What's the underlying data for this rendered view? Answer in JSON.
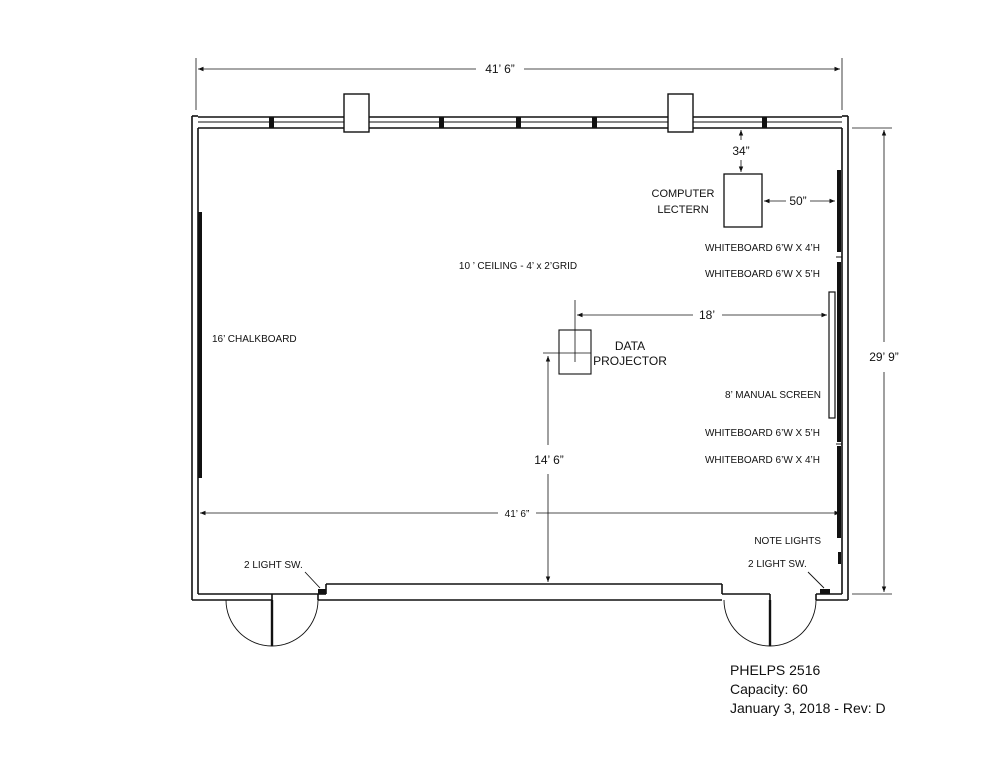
{
  "dimensions": {
    "top_width": "41’ 6”",
    "interior_width": "41’ 6”",
    "right_height": "29’ 9”",
    "projector_offset": "18’",
    "projector_height": "14’ 6”",
    "lectern_top": "34”",
    "lectern_side": "50”"
  },
  "labels": {
    "ceiling": "10 ’ CEILING - 4’ x 2’GRID",
    "chalkboard": "16’ CHALKBOARD",
    "lectern_line1": "COMPUTER",
    "lectern_line2": "LECTERN",
    "projector_line1": "DATA",
    "projector_line2": "PROJECTOR",
    "whiteboard_1": "WHITEBOARD 6’W X 4’H",
    "whiteboard_2": "WHITEBOARD 6’W X 5’H",
    "whiteboard_3": "WHITEBOARD 6’W X 5’H",
    "whiteboard_4": "WHITEBOARD 6’W X 4’H",
    "screen": "8’ MANUAL SCREEN",
    "note_lights": "NOTE LIGHTS",
    "switch_left": "2 LIGHT SW.",
    "switch_right": "2 LIGHT SW."
  },
  "title_block": {
    "room": "PHELPS 2516",
    "capacity": "Capacity: 60",
    "date_rev": "January 3, 2018 - Rev: D"
  },
  "colors": {
    "line": "#111111",
    "background": "#ffffff"
  }
}
